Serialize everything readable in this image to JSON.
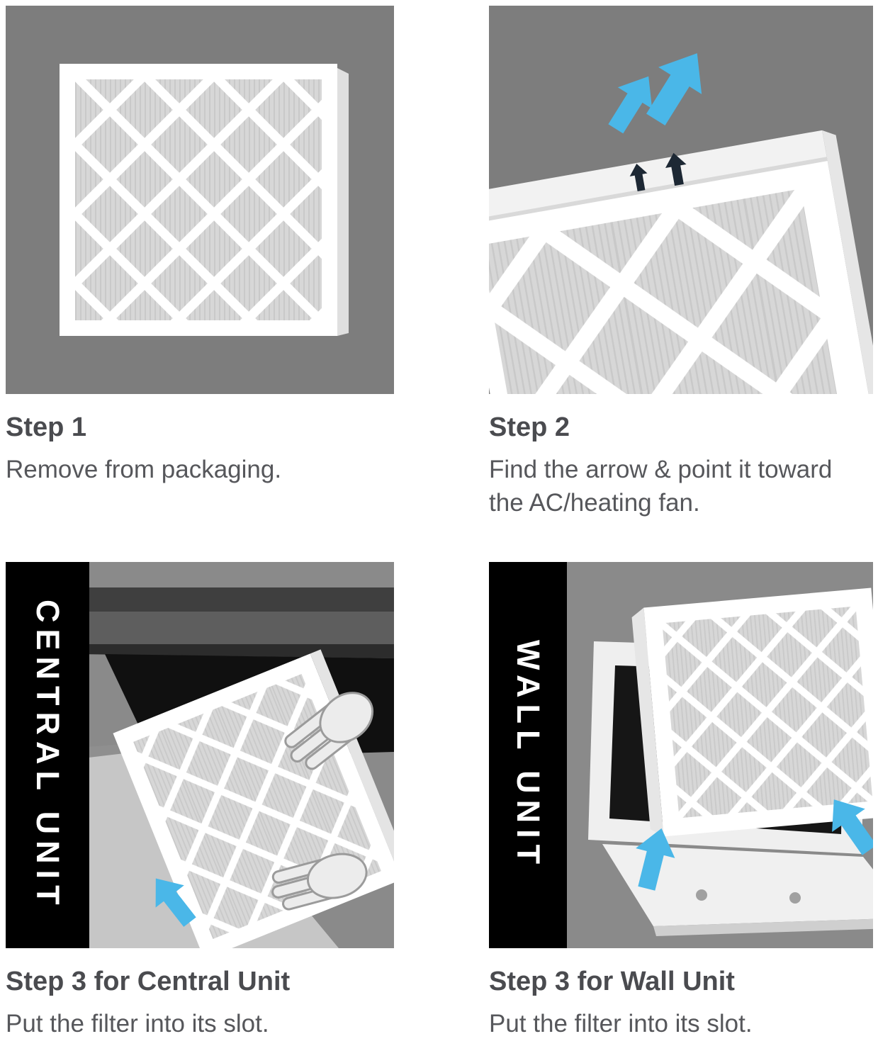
{
  "document": {
    "type": "product-instruction-infographic",
    "subject": "Air filter installation steps"
  },
  "colors": {
    "panel_background": "#7d7d7d",
    "illustration_background": "#8a8a8a",
    "strip_background": "#000000",
    "strip_text": "#ffffff",
    "title_text": "#4a4b4f",
    "body_text": "#56575b",
    "airflow_arrow_blue": "#4ab7e8",
    "airflow_arrow_dark": "#1d2834",
    "filter_frame": "#ffffff",
    "filter_media": "#d7d7d7"
  },
  "icons": [
    {
      "name": "airflow-arrow-blue-icon",
      "meaning": "airflow direction toward fan",
      "color": "#4ab7e8"
    },
    {
      "name": "airflow-arrow-dark-icon",
      "meaning": "arrow printed on filter edge",
      "color": "#1d2834"
    },
    {
      "name": "insert-arrow-blue-icon",
      "meaning": "direction to insert filter",
      "color": "#4ab7e8"
    }
  ],
  "steps": [
    {
      "title": "Step 1",
      "description": "Remove from packaging."
    },
    {
      "title": "Step 2",
      "description": "Find the arrow & point it toward the AC/heating fan."
    },
    {
      "title": "Step 3 for Central Unit",
      "description": "Put the filter into its slot.",
      "unit_label": "CENTRAL UNIT"
    },
    {
      "title": "Step 3 for Wall Unit",
      "description": "Put the filter into its slot.",
      "unit_label": "WALL UNIT"
    }
  ]
}
